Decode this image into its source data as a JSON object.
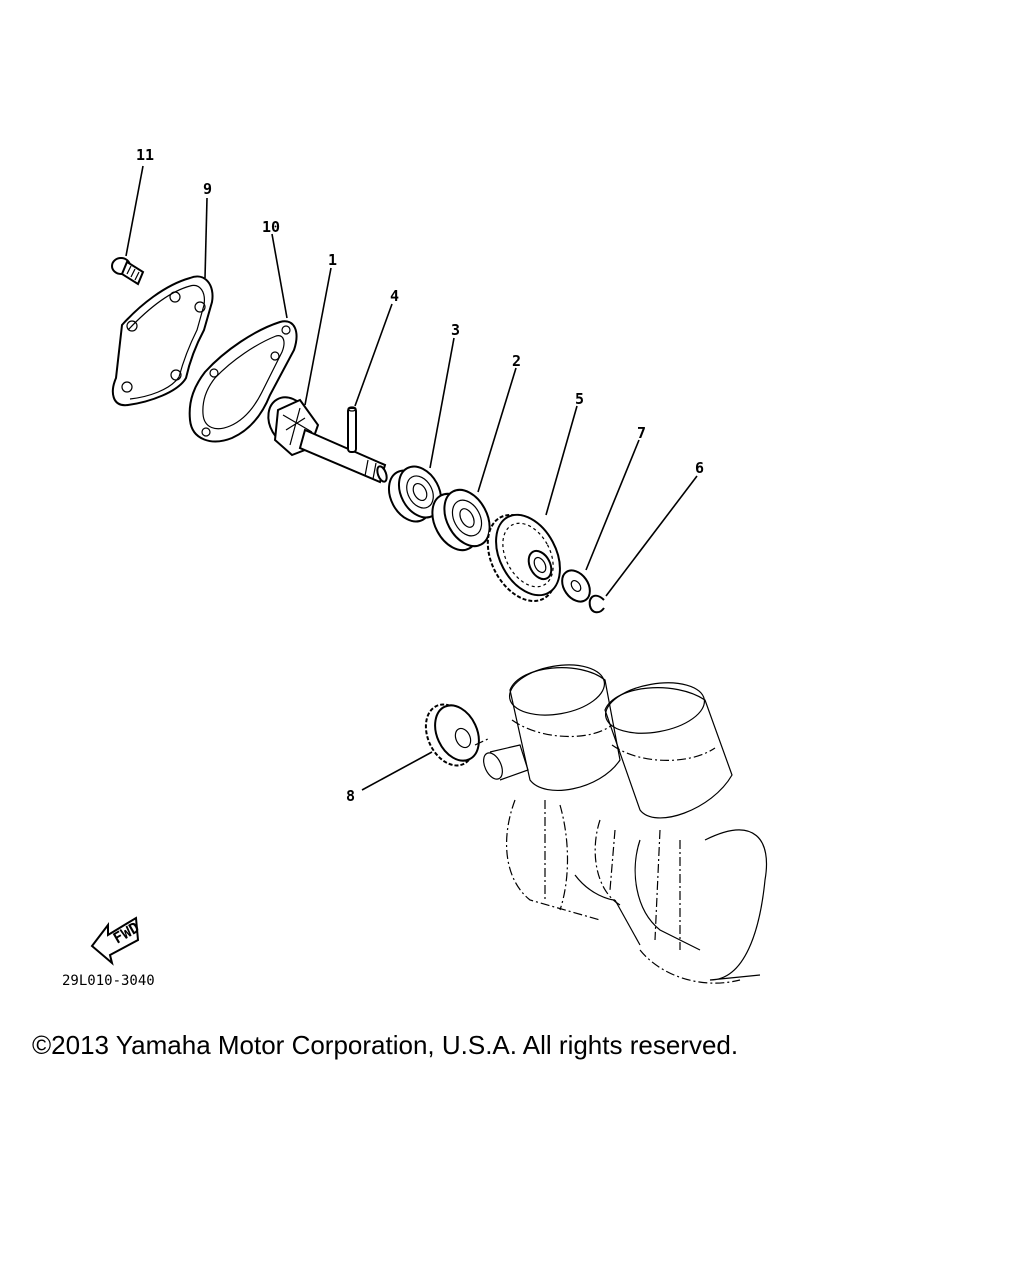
{
  "callouts": {
    "p1": "1",
    "p2": "2",
    "p3": "3",
    "p4": "4",
    "p5": "5",
    "p6": "6",
    "p7": "7",
    "p8": "8",
    "p9": "9",
    "p10": "10",
    "p11": "11"
  },
  "fwd_label": "FWD",
  "diagram_code": "29L010-3040",
  "copyright": "©2013 Yamaha Motor Corporation, U.S.A. All rights reserved."
}
